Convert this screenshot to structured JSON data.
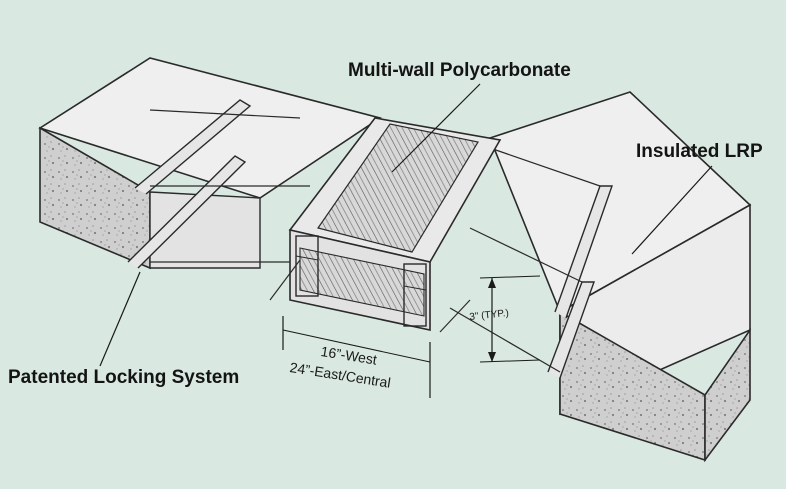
{
  "callouts": {
    "polycarbonate": "Multi-wall Polycarbonate",
    "insulated_lrp": "Insulated LRP",
    "locking_system": "Patented Locking System"
  },
  "dimensions": {
    "width_west": "16”-West",
    "width_east_central": "24”-East/Central",
    "height_typical": "3\"  (TYP.)"
  },
  "colors": {
    "background": "#d9e8e0",
    "panel_face": "#efefef",
    "insulation": "#c9c9c9",
    "line": "#2a2a2a"
  }
}
